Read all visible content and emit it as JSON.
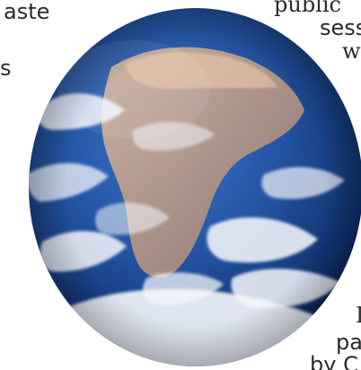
{
  "fragments": {
    "left_top": "aste",
    "left_mid": "s",
    "right_1": "public",
    "right_2": "sess",
    "right_3": "w",
    "right_4": "I",
    "right_5": "pa",
    "right_6": "by C"
  },
  "globe": {
    "subject": "earth-globe"
  },
  "colors": {
    "ocean_deep": "#10307a",
    "ocean_mid": "#2c5fb6",
    "cloud": "#f3f6fb",
    "land": "#b59a8a",
    "desert": "#d6b89a"
  }
}
